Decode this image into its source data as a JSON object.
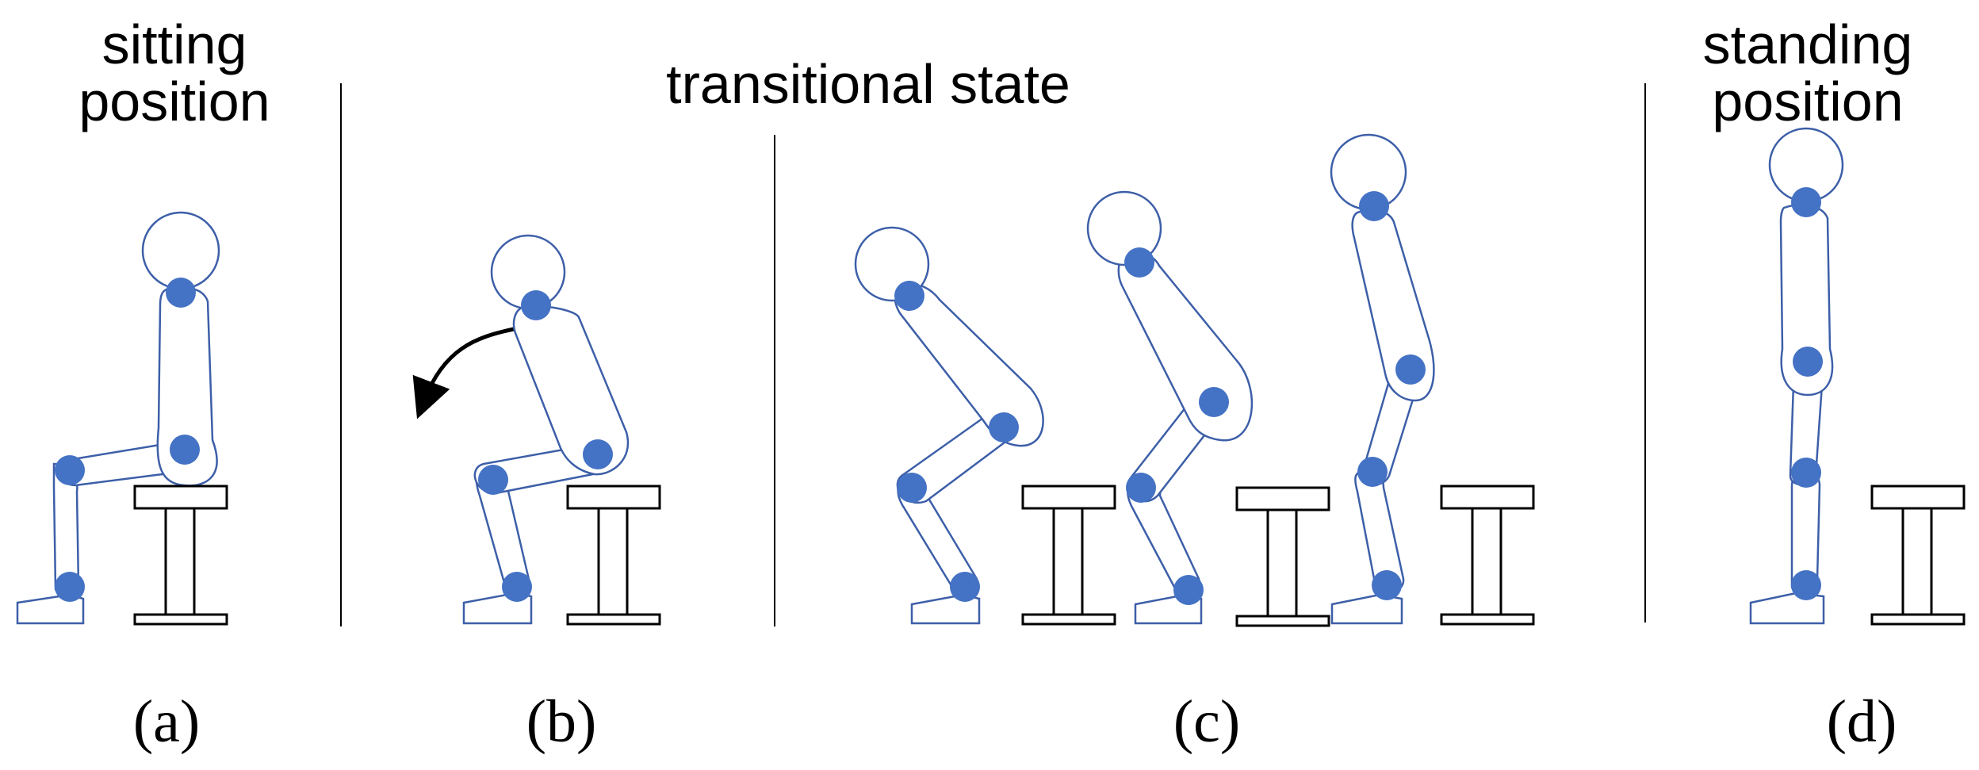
{
  "labels": {
    "sitting_line1": "sitting",
    "sitting_line2": "position",
    "transitional": "transitional state",
    "standing_line1": "standing",
    "standing_line2": "position"
  },
  "captions": {
    "a": "(a)",
    "b": "(b)",
    "c": "(c)",
    "d": "(d)"
  },
  "colors": {
    "joint": "#4472c4",
    "outline": "#3d5fa8",
    "stool": "#000000"
  },
  "icons": {
    "rotation_arrow": "curved-arrow-left-down-icon"
  }
}
